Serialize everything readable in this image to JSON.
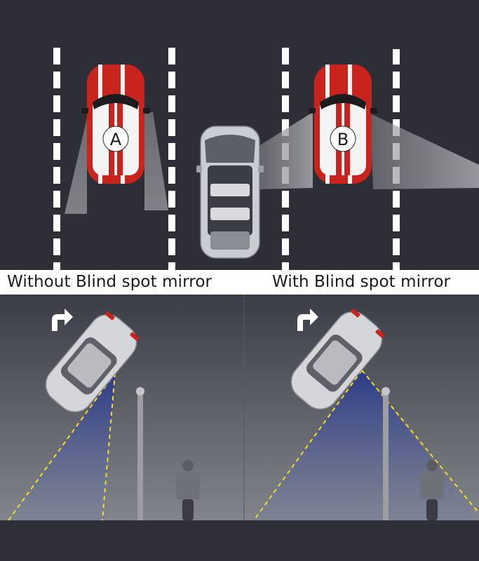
{
  "captions": {
    "left": "Without Blind spot mirror",
    "right": "With Blind spot mirror"
  },
  "cars": {
    "left_label": "A",
    "right_label": "B"
  },
  "colors": {
    "road": "#2d2e36",
    "lane_marking": "#ffffff",
    "car_body": "#c8231c",
    "view_cone": "#8e8f94",
    "sight_line": "#f0dc2a",
    "beam": "#3d4f9a"
  }
}
